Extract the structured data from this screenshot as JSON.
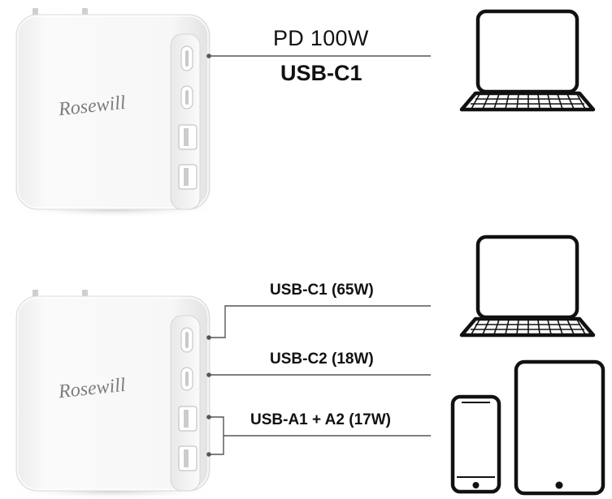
{
  "scenario_top": {
    "power_label": "PD 100W",
    "port_label": "USB-C1"
  },
  "scenario_bottom": {
    "c1_label": "USB-C1 (65W)",
    "c2_label": "USB-C2 (18W)",
    "a_label": "USB-A1 + A2 (17W)"
  },
  "charger": {
    "brand": "Rosewill"
  },
  "colors": {
    "line": "#555555",
    "charger_body": "#f6f6f6",
    "device_outline": "#111111"
  },
  "icons": [
    "charger-image",
    "laptop-icon",
    "phone-icon",
    "tablet-icon"
  ]
}
